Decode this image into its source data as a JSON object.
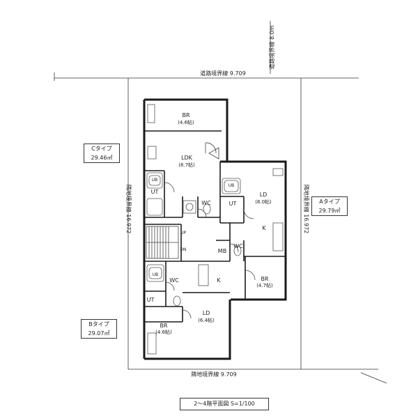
{
  "road_top": "道路境界線 9.709",
  "road_side": "道路境界線 8.0m",
  "boundary_left": "隣地境界線 16.972",
  "boundary_right": "隣地境界線 16.972",
  "boundary_bottom": "隣地境界線 9.709",
  "types": {
    "c": {
      "name": "Cタイプ",
      "area": "29.46㎡"
    },
    "a": {
      "name": "Aタイプ",
      "area": "29.79㎡"
    },
    "b": {
      "name": "Bタイプ",
      "area": "29.07㎡"
    }
  },
  "rooms": {
    "br_c": "BR",
    "br_c_size": "(4.6帖)",
    "ldk_c": "LDK",
    "ldk_c_size": "(8.7帖)",
    "ut_c": "UT",
    "ub_c": "UB",
    "wc_c": "WC",
    "ld_a": "LD",
    "ld_a_size": "(8.0帖)",
    "ut_a": "UT",
    "ub_a": "UB",
    "wc_a": "WC",
    "k_a": "K",
    "br_a": "BR",
    "br_a_size": "(4.7帖)",
    "mb": "MB",
    "up": "UP",
    "dn": "DN",
    "ub_b": "UB",
    "wc_b": "WC",
    "ut_b": "UT",
    "k_b": "K",
    "ld_b": "LD",
    "ld_b_size": "(6.4帖)",
    "br_b": "BR",
    "br_b_size": "(4.6帖)"
  },
  "scale_title": "2～4階平面図 S=1/100"
}
